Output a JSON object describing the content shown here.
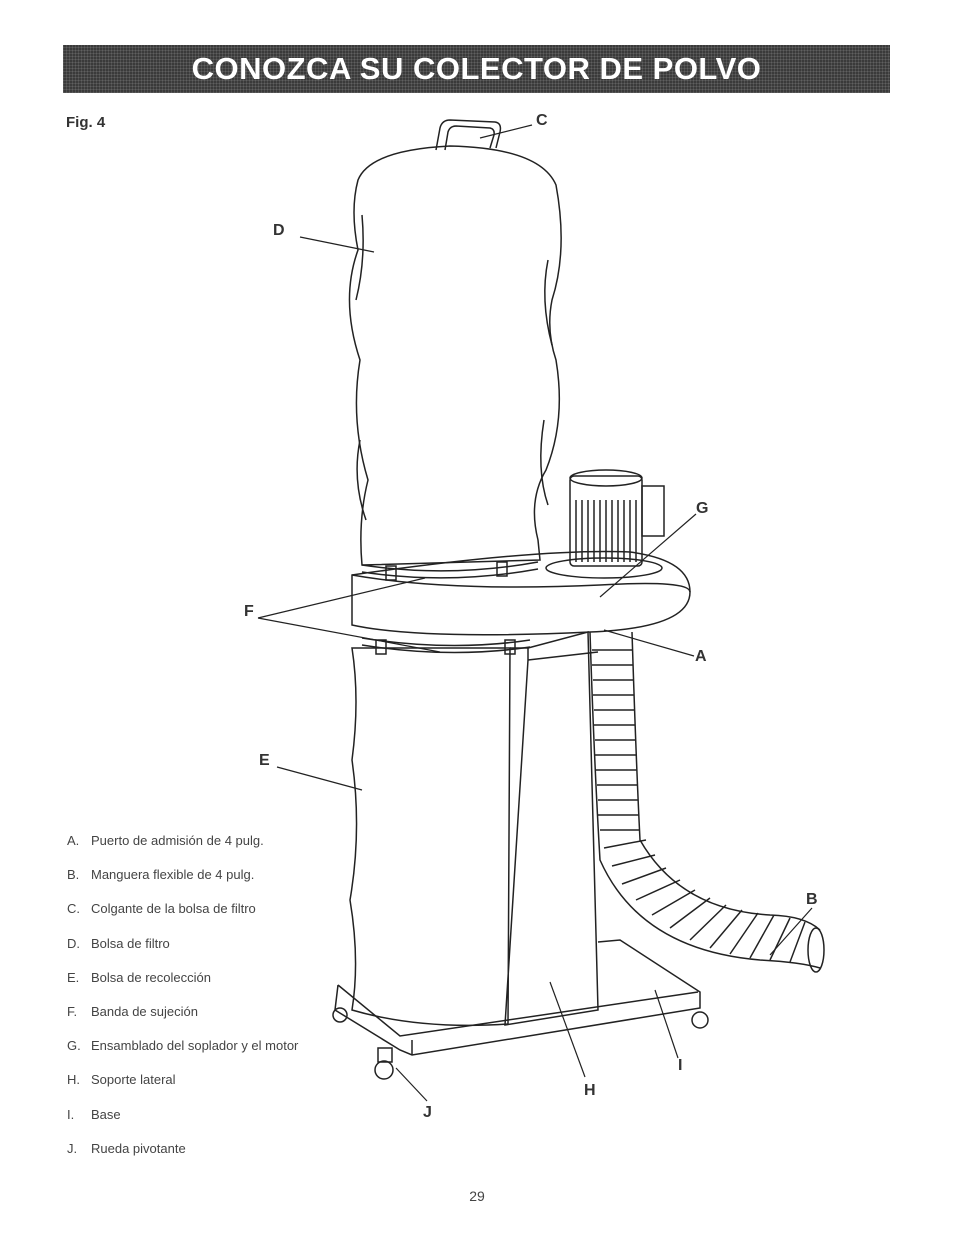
{
  "header": {
    "title": "CONOZCA SU COLECTOR DE POLVO"
  },
  "figure": {
    "label": "Fig. 4"
  },
  "callouts": {
    "a": "A",
    "b": "B",
    "c": "C",
    "d": "D",
    "e": "E",
    "f": "F",
    "g": "G",
    "h": "H",
    "i": "I",
    "j": "J"
  },
  "legend": [
    {
      "letter": "A.",
      "text": "Puerto de admisión de 4 pulg."
    },
    {
      "letter": "B.",
      "text": "Manguera flexible de 4 pulg."
    },
    {
      "letter": "C.",
      "text": "Colgante de la bolsa de filtro"
    },
    {
      "letter": "D.",
      "text": "Bolsa de filtro"
    },
    {
      "letter": "E.",
      "text": "Bolsa de recolección"
    },
    {
      "letter": "F.",
      "text": "Banda de sujeción"
    },
    {
      "letter": "G.",
      "text": "Ensamblado del soplador y el motor"
    },
    {
      "letter": "H.",
      "text": "Soporte lateral"
    },
    {
      "letter": "I.",
      "text": "Base"
    },
    {
      "letter": "J.",
      "text": "Rueda pivotante"
    }
  ],
  "footer": {
    "page_number": "29"
  }
}
